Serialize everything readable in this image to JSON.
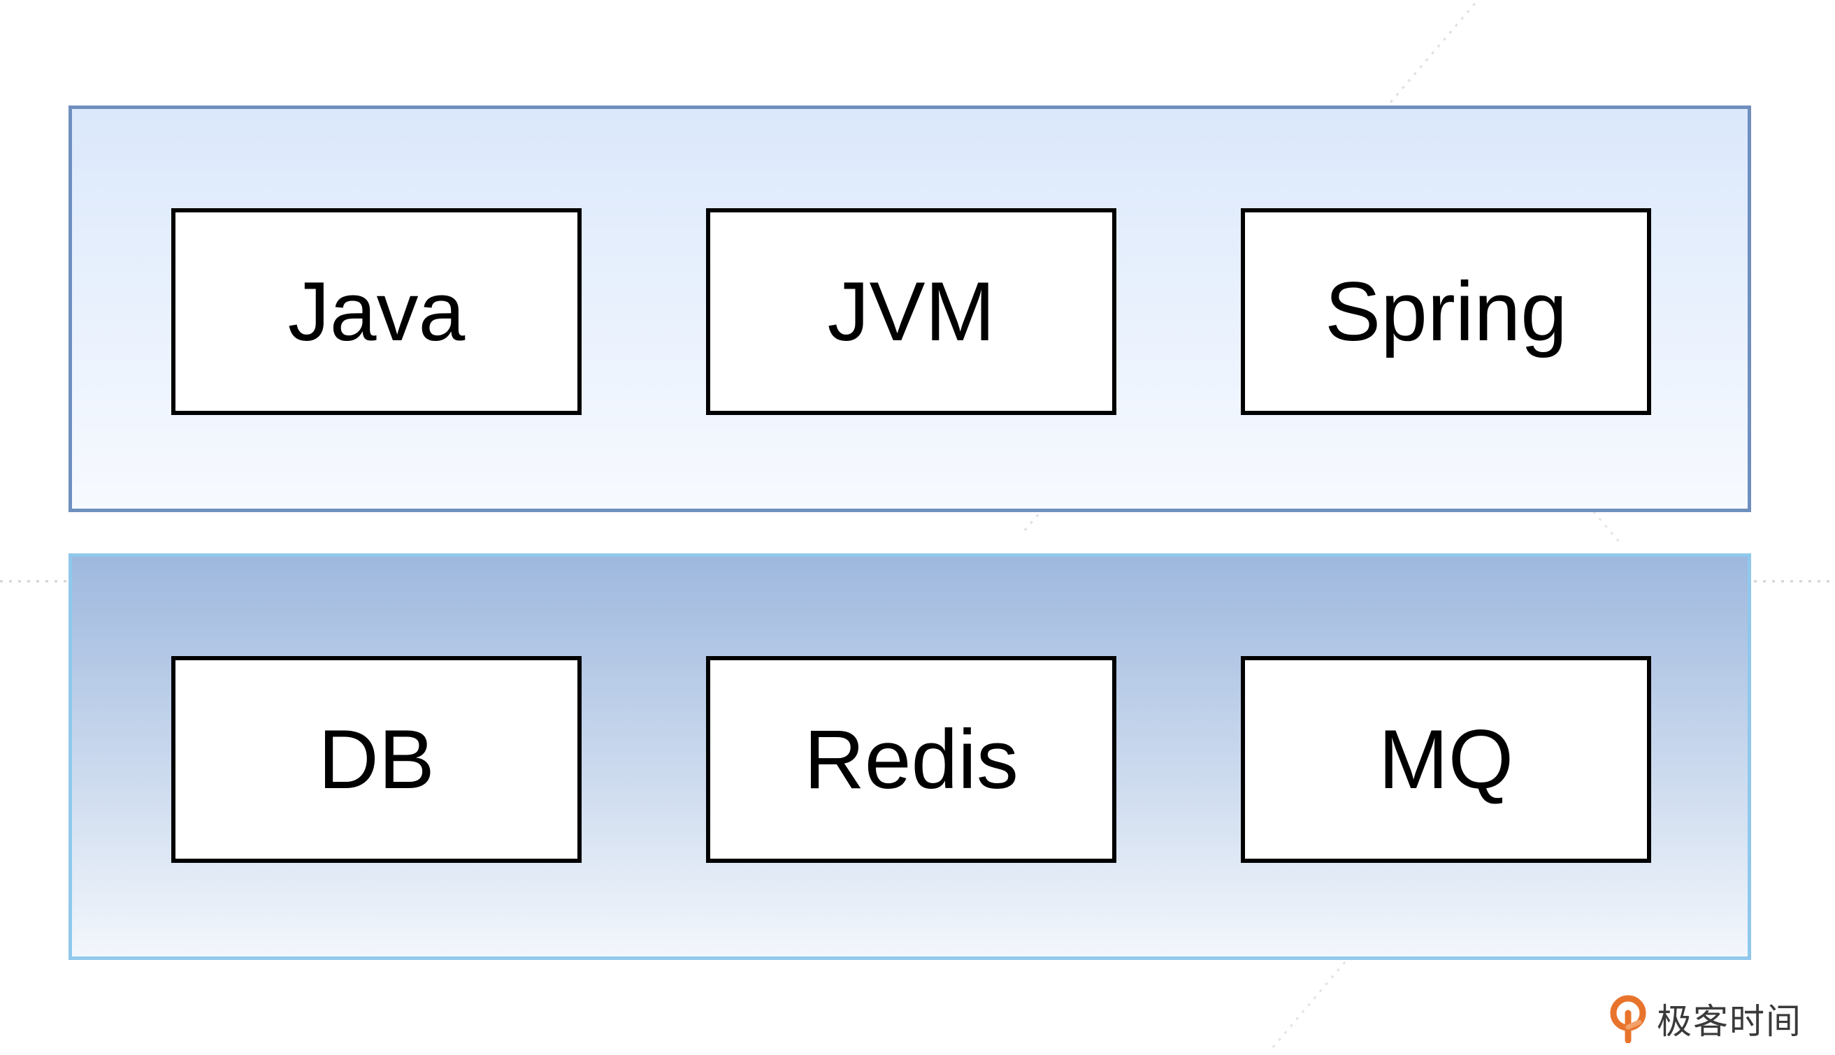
{
  "layers": [
    {
      "items": [
        "Java",
        "JVM",
        "Spring"
      ]
    },
    {
      "items": [
        "DB",
        "Redis",
        "MQ"
      ]
    }
  ],
  "brand": {
    "text": "极客时间",
    "icon": "geektime-logo-icon",
    "accent": "#e8742c"
  },
  "colors": {
    "top_layer_border": "#6f8fbe",
    "bottom_layer_border": "#90c8ec",
    "box_border": "#000000"
  }
}
